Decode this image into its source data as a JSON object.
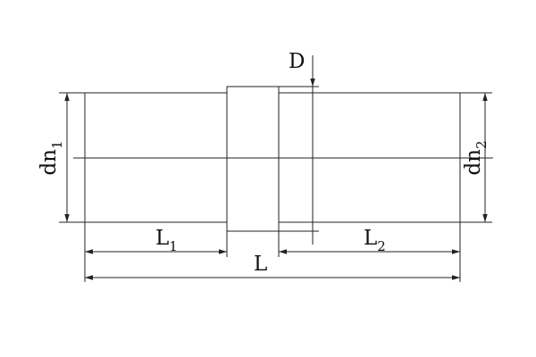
{
  "labels": {
    "d": "D",
    "dn1": "dn",
    "dn1_sub": "1",
    "dn2": "dn",
    "dn2_sub": "2",
    "l1": "L",
    "l1_sub": "1",
    "l2": "L",
    "l2_sub": "2",
    "l": "L"
  },
  "colors": {
    "line": "#222222",
    "background": "#ffffff"
  }
}
